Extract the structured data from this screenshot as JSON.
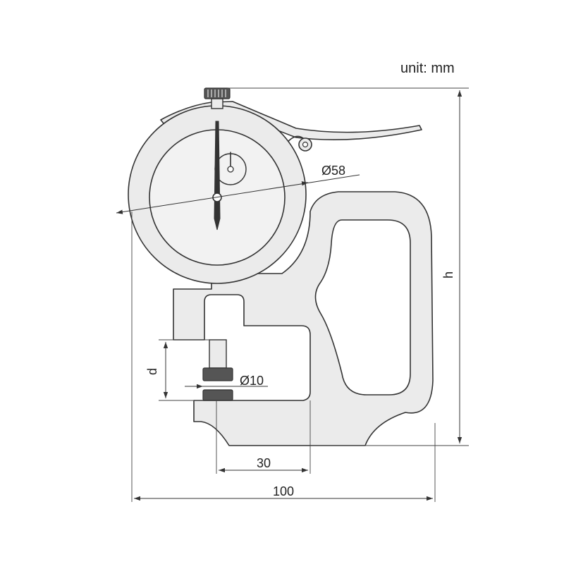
{
  "colors": {
    "line": "#333333",
    "body": "#ebebeb",
    "face": "#f2f2f2",
    "background": "#ffffff"
  },
  "labels": {
    "unit": "unit: mm",
    "dial_diameter": "Ø58",
    "anvil_diameter": "Ø10",
    "depth": "d",
    "height": "h",
    "throat": "30",
    "width": "100"
  }
}
